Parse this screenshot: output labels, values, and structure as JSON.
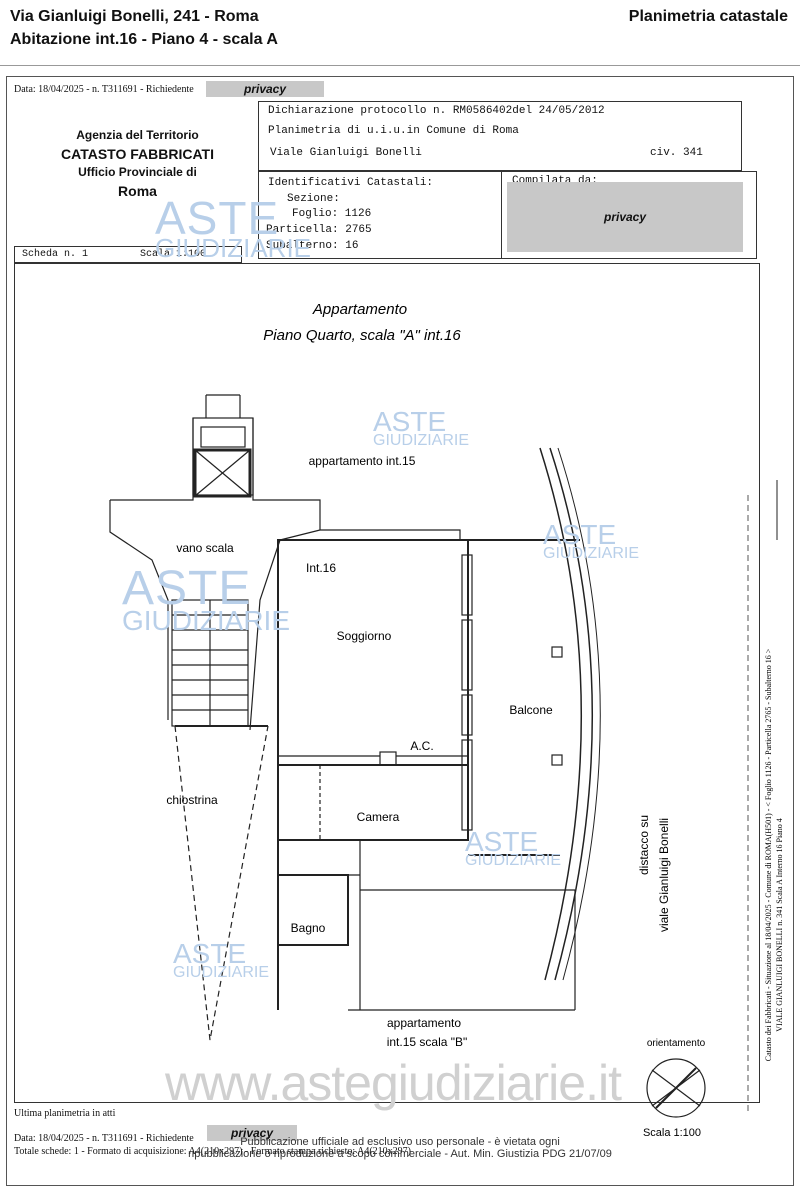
{
  "header": {
    "address": "Via Gianluigi Bonelli, 241 - Roma",
    "unit": "Abitazione int.16 - Piano 4 - scala A",
    "doc_type": "Planimetria catastale"
  },
  "top_meta": {
    "data_line": "Data: 18/04/2025 - n. T311691 - Richiedente",
    "privacy_label": "privacy"
  },
  "agency": {
    "line1": "Agenzia del Territorio",
    "line2": "CATASTO FABBRICATI",
    "line3": "Ufficio Provinciale di",
    "line4": "Roma"
  },
  "declaration": {
    "protocol": "Dichiarazione protocollo n. RM0586402del  24/05/2012",
    "plan": "Planimetria di u.i.u.in Comune di Roma",
    "street": "Viale Gianluigi Bonelli",
    "civic": "civ. 341"
  },
  "identifiers": {
    "title": "Identificativi Catastali:",
    "sezione": "Sezione:",
    "foglio": "Foglio: 1126",
    "particella": "Particella: 2765",
    "subalterno": "Subalterno: 16",
    "compilata": "Compilata da:",
    "privacy_label": "privacy"
  },
  "scheda": {
    "number": "Scheda n. 1",
    "scale": "Scala 1:100"
  },
  "plan": {
    "title1": "Appartamento",
    "title2": "Piano Quarto, scala \"A\" int.16",
    "neighbor_top": "appartamento int.15",
    "stair": "vano scala",
    "int16": "Int.16",
    "soggiorno": "Soggiorno",
    "balcone": "Balcone",
    "ac": "A.C.",
    "camera": "Camera",
    "bagno": "Bagno",
    "chiostrina": "chiostrina",
    "neighbor_bottom1": "appartamento",
    "neighbor_bottom2": "int.15 scala \"B\"",
    "distacco1": "distacco su",
    "distacco2": "viale Gianluigi Bonelli",
    "orientamento": "orientamento",
    "scala_bottom": "Scala 1:100"
  },
  "side_note": {
    "line1": "Catasto dei Fabbricati - Situazione al 18/04/2025 - Comune di ROMA(H501) - < Foglio 1126 - Particella 2765 - Subalterno 16 >",
    "line2": "VIALE GIANLUIGI BONELLI n. 341  Scala A Interno 16 Piano 4"
  },
  "footer": {
    "ultima": "Ultima planimetria in atti",
    "data_line": "Data: 18/04/2025 - n. T311691 - Richiedente",
    "schede_line": "Totale schede: 1 - Formato di acquisizione: A4(210x297) - Formato stampa richiesto: A4(210x297)",
    "pub1": "Pubblicazione ufficiale ad esclusivo uso personale - è vietata ogni",
    "pub2": "ripubblicazione o riproduzione a scopo commerciale - Aut. Min. Giustizia PDG 21/07/09",
    "website": "www.astegiudiziarie.it",
    "privacy_label": "privacy"
  },
  "watermark": {
    "aste": "ASTE",
    "giudiziarie": "GIUDIZIARIE"
  }
}
